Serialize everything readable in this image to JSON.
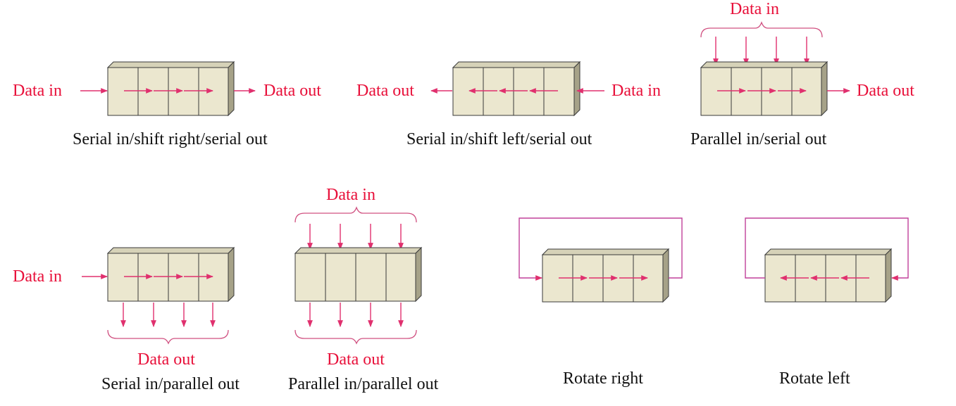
{
  "labels": {
    "data_in": "Data in",
    "data_out": "Data out"
  },
  "diagrams": [
    {
      "caption": "Serial in/shift right/serial out"
    },
    {
      "caption": "Serial in/shift left/serial out"
    },
    {
      "caption": "Parallel in/serial out"
    },
    {
      "caption": "Serial in/parallel out"
    },
    {
      "caption": "Parallel in/parallel out"
    },
    {
      "caption": "Rotate right"
    },
    {
      "caption": "Rotate left"
    }
  ],
  "colors": {
    "signal": "#e8103a",
    "arrow": "#e0306e",
    "register_face": "#ebe7cf",
    "register_side": "#a6a288"
  }
}
